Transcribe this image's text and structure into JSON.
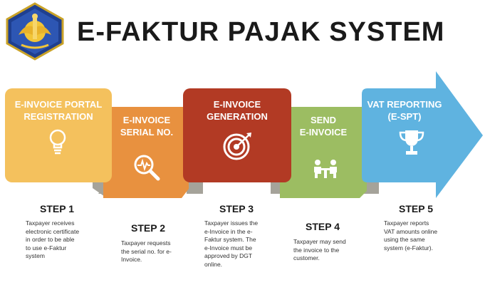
{
  "title": "E-FAKTUR PAJAK SYSTEM",
  "logo": {
    "icon": "ministry-of-finance-emblem-icon"
  },
  "colors": {
    "step1": "#f4c15d",
    "step2": "#e8913f",
    "step3": "#b23a24",
    "step4": "#9cbd62",
    "step5": "#5fb3e0",
    "ribbon": "#a5a39a"
  },
  "steps": [
    {
      "label1": "E-INVOICE PORTAL",
      "label2": "REGISTRATION",
      "icon": "lightbulb-icon",
      "step": "STEP 1",
      "desc": [
        "Taxpayer receives",
        "electronic certificate",
        "in order to be able",
        "to use e-Faktur",
        "system"
      ]
    },
    {
      "label1": "E-INVOICE",
      "label2": "SERIAL NO.",
      "icon": "magnifier-pulse-icon",
      "step": "STEP 2",
      "desc": [
        "Taxpayer requests",
        "the serial no. for e-",
        "Invoice."
      ]
    },
    {
      "label1": "E-INVOICE",
      "label2": "GENERATION",
      "icon": "target-arrow-icon",
      "step": "STEP 3",
      "desc": [
        "Taxpayer issues the",
        "e-Invoice in the e-",
        "Faktur system. The",
        "e-Invoice must be",
        "approved by DGT",
        "online."
      ]
    },
    {
      "label1": "SEND",
      "label2": "E-INVOICE",
      "icon": "meeting-table-icon",
      "step": "STEP 4",
      "desc": [
        "Taxpayer may send",
        "the invoice to the",
        "customer."
      ]
    },
    {
      "label1": "VAT REPORTING",
      "label2": "(E-SPT)",
      "icon": "trophy-icon",
      "step": "STEP 5",
      "desc": [
        "Taxpayer reports",
        "VAT amounts online",
        "using the same",
        "system (e-Faktur)."
      ]
    }
  ]
}
